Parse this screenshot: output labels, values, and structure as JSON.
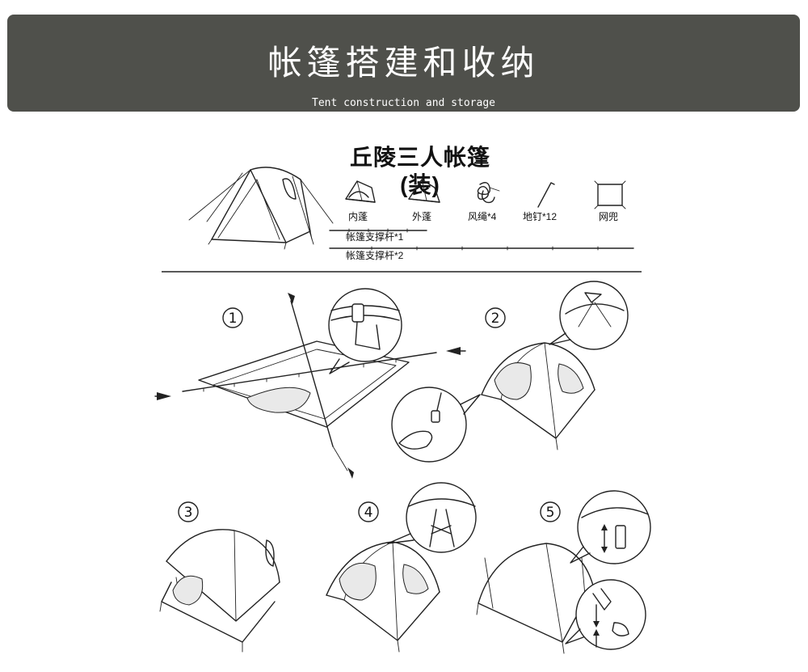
{
  "banner": {
    "title": "帐篷搭建和收纳",
    "subtitle": "Tent construction and storage"
  },
  "kit": {
    "title": "丘陵三人帐篷(装)",
    "items": [
      {
        "label": "内蓬",
        "icon": "inner-tent-icon"
      },
      {
        "label": "外蓬",
        "icon": "outer-tent-icon"
      },
      {
        "label": "风绳*4",
        "icon": "wind-rope-icon"
      },
      {
        "label": "地钉*12",
        "icon": "ground-stake-icon"
      },
      {
        "label": "网兜",
        "icon": "mesh-bag-icon"
      }
    ],
    "poles": [
      {
        "label": "帐篷支撑杆*1"
      },
      {
        "label": "帐篷支撑杆*2"
      }
    ]
  },
  "steps": [
    "1",
    "2",
    "3",
    "4",
    "5"
  ]
}
